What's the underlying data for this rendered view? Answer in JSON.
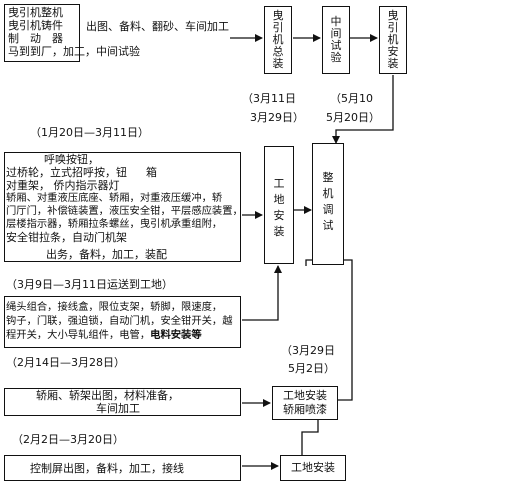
{
  "top_source": {
    "lines": [
      "曳引机整机",
      "曳引机铸件",
      "制　动　器",
      "马到到厂，加工，中间试验"
    ],
    "process": "出图、备料、翻砂、车间加工"
  },
  "top_chain": {
    "assembly": "曳引机总装",
    "midtest": "中间试验",
    "install": "曳引机安装"
  },
  "top_dates": {
    "assembly_start": "（3月11日",
    "assembly_end": "3月29日）",
    "midtest_start": "（5月10",
    "midtest_end": "5月20日）",
    "source_period": "（1月20日—3月11日）"
  },
  "car_block": {
    "lines": [
      "呼唤按钮，",
      "过桥轮，立式招呼按，钮",
      "对重架，  侨内指示器灯",
      "轿厢、对重液压底座、轿厢，对重液压缓冲，轿",
      "门厅门，补偿链装置，液压安全钳，平层感应装置，",
      "层楼指示器，轿厢拉条螺丝，曳引机承重组附，",
      "安全钳拉条，自动门机架"
    ],
    "box_word": "箱",
    "process": "出务，备料，加工，装配",
    "period": "（3月9日—3月11日运送到工地）"
  },
  "site_install": "工地安装",
  "whole_test": "整机调试",
  "parts_block": {
    "line1": "绳头组合，接线盒，限位支架，轿脚，限速度，",
    "line2": "钩子，门联，强迫锁，自动门机，安全钳开关，越",
    "line3_a": "程开关，大小导轧组件，电管，",
    "line3_b": "电料安装等",
    "period": "（2月14日—3月28日）"
  },
  "frame_block": {
    "line1": "轿厢、轿架出图，材料准备，",
    "line2": "车间加工",
    "dest_line1": "工地安装",
    "dest_line2": "轿厢喷漆",
    "date_start": "（3月29日",
    "date_end": "5月2日）",
    "period": "（2月2日—3月20日）"
  },
  "control_block": {
    "text": "控制屏出图，备料，加工，接线",
    "dest": "工地安装"
  }
}
